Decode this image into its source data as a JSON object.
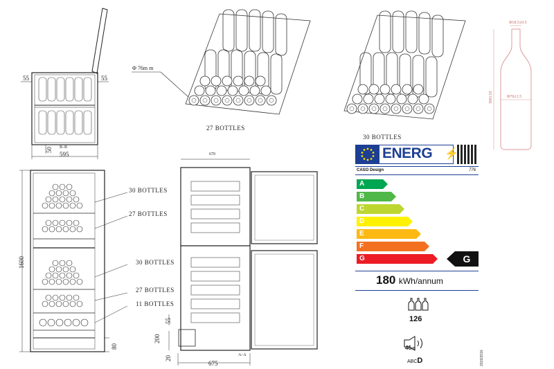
{
  "top_view": {
    "width_label": "595",
    "side_left": "55",
    "side_right": "55",
    "depth_label": "50",
    "small_label": "B–B"
  },
  "shelf_left": {
    "diameter_label": "Φ 76m m",
    "caption": "27  BOTTLES"
  },
  "shelf_right": {
    "caption": "30  BOTTLES"
  },
  "bottle": {
    "top_dim": "Φ18.5±0.5",
    "height_dim": "300±18",
    "body_dim": "Φ76±1.5"
  },
  "front_view": {
    "height_label": "1600",
    "bottom_label": "80",
    "callouts": [
      "30  BOTTLES",
      "27  BOTTLES",
      "30  BOTTLES",
      "27  BOTTLES",
      "11  BOTTLES"
    ]
  },
  "side_view": {
    "depth_label": "675",
    "top_label": "670",
    "dim_55": "55",
    "dim_200": "200",
    "dim_20": "20",
    "small_label": "A–A"
  },
  "energy": {
    "header": "ENERG",
    "brand": "CASO Design",
    "model": "776",
    "classes": [
      "A",
      "B",
      "C",
      "D",
      "E",
      "F",
      "G"
    ],
    "colors": [
      "#00a651",
      "#50b848",
      "#bed630",
      "#fff200",
      "#fdb913",
      "#f37021",
      "#ed1c24"
    ],
    "rating": "G",
    "consumption_value": "180",
    "consumption_unit": "kWh/annum",
    "bottle_count": "126",
    "noise_db": "46",
    "noise_unit": "dB",
    "noise_classes": "ABC",
    "noise_class": "D",
    "regulation": "2019/2016"
  }
}
